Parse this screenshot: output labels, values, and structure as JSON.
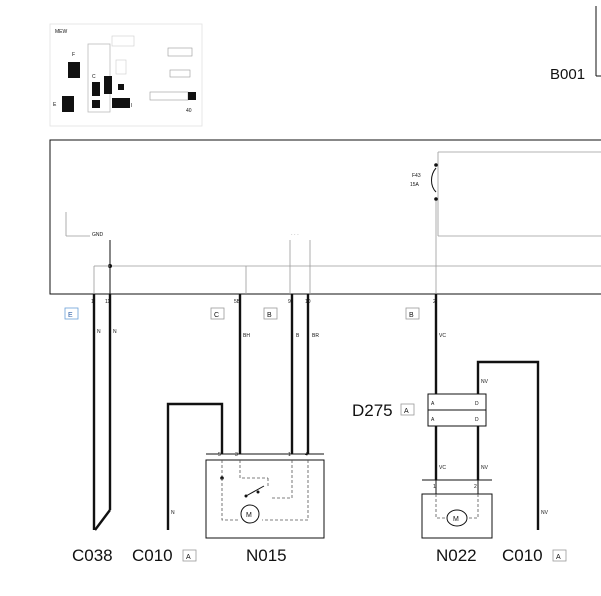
{
  "locator": {
    "title": "MEW",
    "letters": [
      "F",
      "C",
      "E",
      "A",
      "I"
    ],
    "code": "40"
  },
  "component_b001": "B001",
  "fuse": {
    "code": "F43",
    "rating": "15A"
  },
  "ground_label": "GND",
  "component_d275": "D275",
  "connector_tags": {
    "e": "E",
    "c": "C",
    "b1": "B",
    "b2": "B",
    "d275": "A",
    "c010_left": "A",
    "c010_right": "A"
  },
  "pins": {
    "p1": "1",
    "p11": "11",
    "p8": "5B",
    "p9": "9",
    "p10": "10",
    "p2": "2",
    "n015_5": "5",
    "n015_3": "3",
    "n015_1": "1",
    "n015_4": "4",
    "n022_1": "1",
    "n022_2": "2",
    "d275_a_top": "A",
    "d275_d_top": "D",
    "d275_a_bot": "A",
    "d275_d_bot": "D"
  },
  "wire_colors": {
    "n_left1": "N",
    "n_left2": "N",
    "bh": "BH",
    "b": "B",
    "br": "BR",
    "vc_top": "VC",
    "nv_top": "NV",
    "vc_bot": "VC",
    "nv_bot": "NV",
    "n_c010": "N",
    "nv_c010": "NV"
  },
  "motor_label_n015": "M",
  "motor_label_n022": "M",
  "bottom_labels": {
    "c038": "C038",
    "c010_left": "C010",
    "n015": "N015",
    "n022": "N022",
    "c010_right": "C010"
  }
}
